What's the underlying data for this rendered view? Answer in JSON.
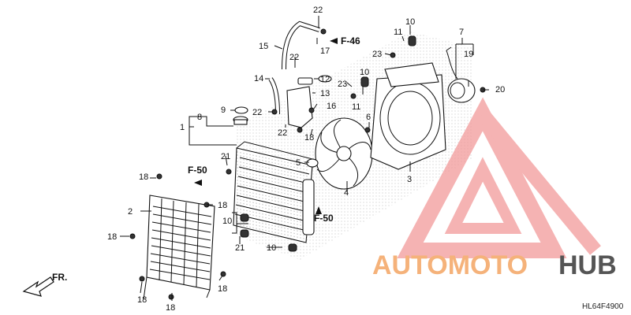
{
  "diagram": {
    "callouts": {
      "c1": "1",
      "c2": "2",
      "c3": "3",
      "c4": "4",
      "c5": "5",
      "c6": "6",
      "c7": "7",
      "c8": "8",
      "c9": "9",
      "c10a": "10",
      "c10b": "10",
      "c10c": "10",
      "c10d": "10",
      "c11a": "11",
      "c11b": "11",
      "c12": "12",
      "c13": "13",
      "c14": "14",
      "c15": "15",
      "c16": "16",
      "c17": "17",
      "c18a": "18",
      "c18b": "18",
      "c18c": "18",
      "c18d": "18",
      "c18e": "18",
      "c18f": "18",
      "c18g": "18",
      "c19": "19",
      "c20": "20",
      "c21a": "21",
      "c21b": "21",
      "c22a": "22",
      "c22b": "22",
      "c22c": "22",
      "c22d": "22",
      "c23a": "23",
      "c23b": "23"
    },
    "refs": {
      "f46": "F-46",
      "f50a": "F-50",
      "f50b": "F-50"
    },
    "front_label": "FR.",
    "diagram_code": "HL64F4900"
  },
  "watermark": {
    "part1": "AUTOMOTO",
    "part2": "HUB",
    "color_part1": "#f5b27a",
    "color_part2": "#555555",
    "logo_color": "#f29a9a"
  }
}
